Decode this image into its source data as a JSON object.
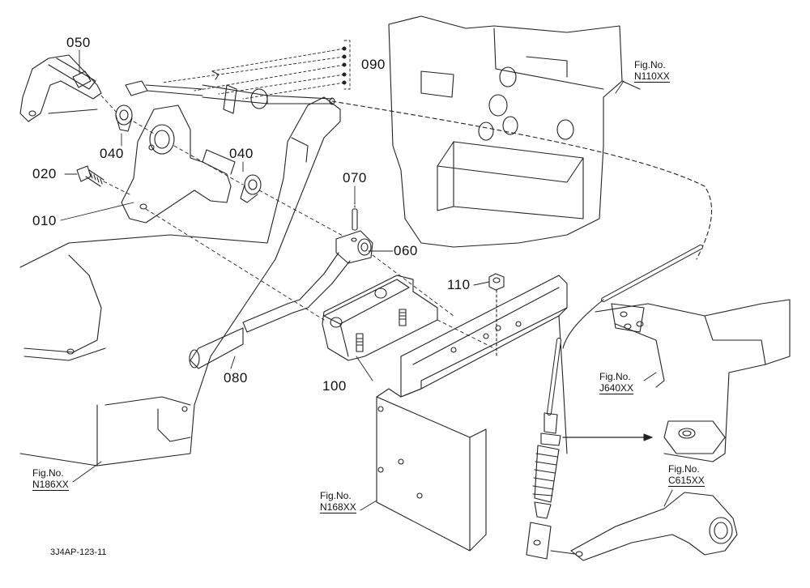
{
  "parts": [
    {
      "id": "p050",
      "label": "050"
    },
    {
      "id": "p090",
      "label": "090"
    },
    {
      "id": "p040a",
      "label": "040"
    },
    {
      "id": "p040b",
      "label": "040"
    },
    {
      "id": "p020",
      "label": "020"
    },
    {
      "id": "p010",
      "label": "010"
    },
    {
      "id": "p070",
      "label": "070"
    },
    {
      "id": "p060",
      "label": "060"
    },
    {
      "id": "p110",
      "label": "110"
    },
    {
      "id": "p080",
      "label": "080"
    },
    {
      "id": "p100",
      "label": "100"
    }
  ],
  "fig_refs": [
    {
      "id": "f110",
      "caption": "Fig.No.",
      "number": "N110XX"
    },
    {
      "id": "f640",
      "caption": "Fig.No.",
      "number": "J640XX"
    },
    {
      "id": "f615",
      "caption": "Fig.No.",
      "number": "C615XX"
    },
    {
      "id": "f186",
      "caption": "Fig.No.",
      "number": "N186XX"
    },
    {
      "id": "f168",
      "caption": "Fig.No.",
      "number": "N168XX"
    }
  ],
  "drawing_id": "3J4AP-123-11"
}
